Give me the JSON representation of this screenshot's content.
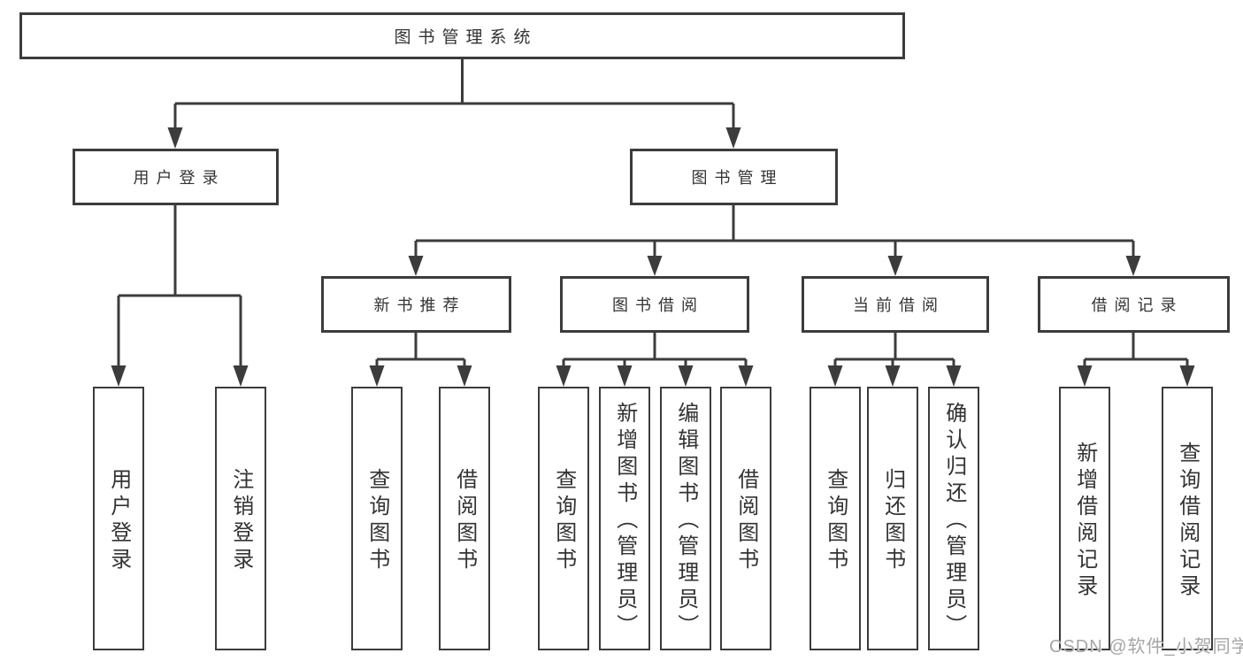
{
  "root_label": "图书管理系统",
  "branches": {
    "user_login": {
      "label": "用户登录",
      "leaves": [
        "用户登录",
        "注销登录"
      ]
    },
    "book_mgmt": {
      "label": "图书管理",
      "groups": [
        {
          "label": "新书推荐",
          "leaves": [
            "查询图书",
            "借阅图书"
          ]
        },
        {
          "label": "图书借阅",
          "leaves": [
            "查询图书",
            "新增图书（管理员）",
            "编辑图书（管理员）",
            "借阅图书"
          ]
        },
        {
          "label": "当前借阅",
          "leaves": [
            "查询图书",
            "归还图书",
            "确认归还（管理员）"
          ]
        },
        {
          "label": "借阅记录",
          "leaves": [
            "新增借阅记录",
            "查询借阅记录"
          ]
        }
      ]
    }
  },
  "watermark": "CSDN @软件_小贺同学",
  "colors": {
    "line": "#3c3c3c",
    "box_border": "#3c3c3c",
    "box_fill": "#ffffff",
    "text": "#333333",
    "watermark": "#a6a6a6"
  }
}
